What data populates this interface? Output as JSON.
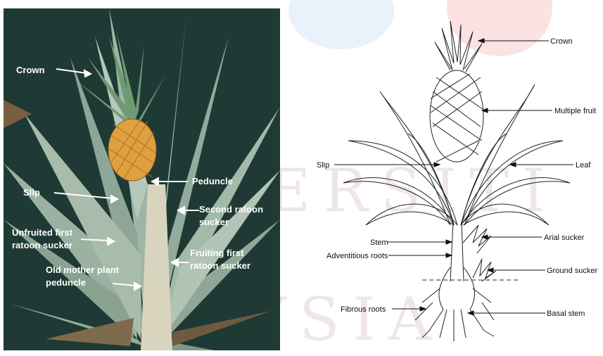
{
  "watermark": {
    "row1": "ERSITI",
    "row2": "MALAYSIA"
  },
  "photo": {
    "labels": {
      "crown": "Crown",
      "peduncle": "Peduncle",
      "slip": "Slip",
      "second_ratoon_1": "Second ratoon",
      "second_ratoon_2": "sucker",
      "unfruited_1": "Unfruited first",
      "unfruited_2": "ratoon sucker",
      "fruiting_1": "Fruiting first",
      "fruiting_2": "ratoon sucker",
      "old_mother_1": "Old mother plant",
      "old_mother_2": "peduncle"
    }
  },
  "diagram": {
    "labels": {
      "crown": "Crown",
      "multiple_fruit": "Multiple fruit",
      "slip": "Slip",
      "leaf": "Leaf",
      "stem": "Stem",
      "arial_sucker": "Arial sucker",
      "adventitious_roots": "Adventitious roots",
      "ground_sucker": "Ground sucker",
      "fibrous_roots": "Fibrous roots",
      "basal_stem": "Basal stem"
    }
  },
  "colors": {
    "photo_bg": "#1f3a35",
    "leaf": "#9fb5a6",
    "fruit": "#e0a040",
    "crown": "#6f9a72",
    "watermark": "#efe6e6"
  }
}
